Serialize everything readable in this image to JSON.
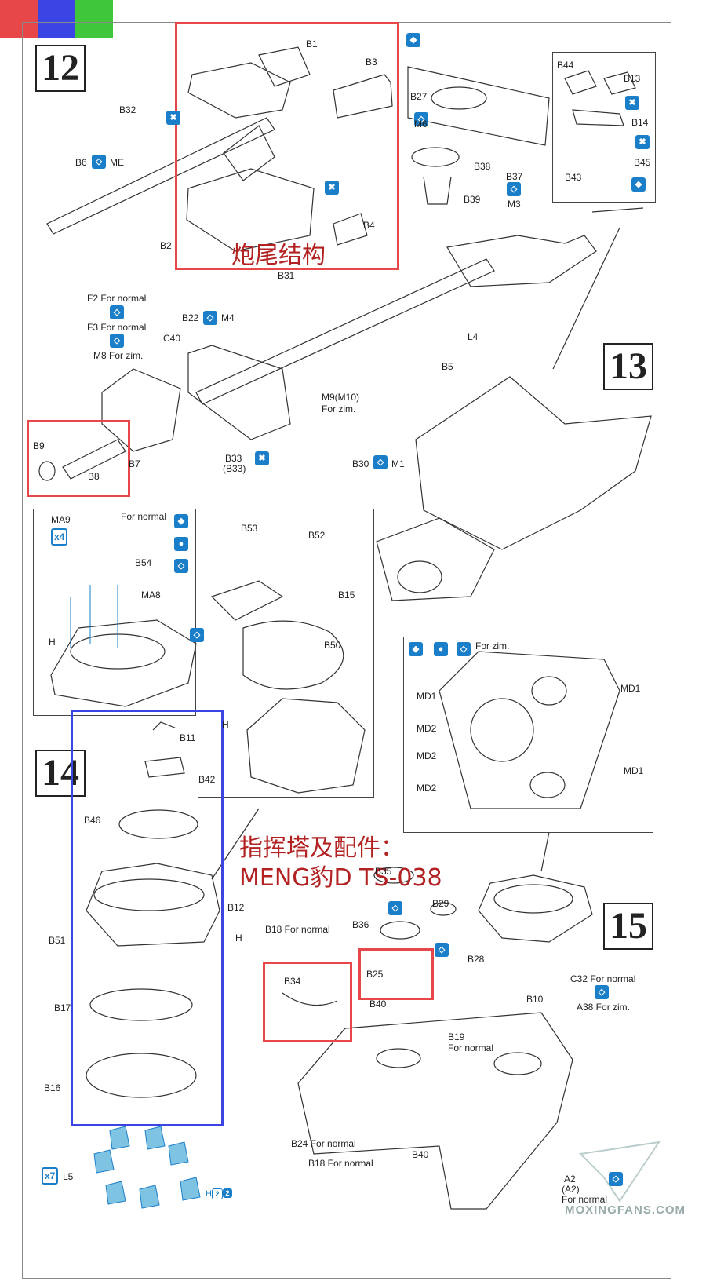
{
  "colors": {
    "red": "#e8474a",
    "blue": "#3b45e3",
    "green": "#3fc63a",
    "icon_blue": "#1b7ec8",
    "ink": "#222222"
  },
  "steps": {
    "s12": "12",
    "s13": "13",
    "s14": "14",
    "s15": "15"
  },
  "annotations": {
    "breech": "炮尾结构",
    "cupola_line1": "指挥塔及配件：",
    "cupola_line2": "MENG豹D TS-038"
  },
  "labels": {
    "B1": "B1",
    "B3": "B3",
    "B32": "B32",
    "B6": "B6",
    "ME": "ME",
    "B2": "B2",
    "B4": "B4",
    "B31": "B31",
    "B44": "B44",
    "B13": "B13",
    "B14": "B14",
    "B45": "B45",
    "B43": "B43",
    "B27": "B27",
    "M6": "M6",
    "B38": "B38",
    "B37": "B37",
    "M3": "M3",
    "B39": "B39",
    "F2": "F2 For normal",
    "F3": "F3 For normal",
    "M8": "M8 For zim.",
    "B22": "B22",
    "M4": "M4",
    "C40": "C40",
    "M9": "M9(M10)",
    "M9b": "For zim.",
    "B9": "B9",
    "B8": "B8",
    "B7": "B7",
    "B33": "B33",
    "B33b": "(B33)",
    "L4": "L4",
    "B5": "B5",
    "B30": "B30",
    "M1": "M1",
    "MA9": "MA9",
    "x4": "x4",
    "ForNormal": "For normal",
    "B54": "B54",
    "MA8": "MA8",
    "H1": "H",
    "B53": "B53",
    "B52": "B52",
    "B15": "B15",
    "B50": "B50",
    "H3": "H",
    "ForZim": "For zim.",
    "MD1a": "MD1",
    "MD1b": "MD1",
    "MD1c": "MD1",
    "MD2a": "MD2",
    "MD2b": "MD2",
    "MD2c": "MD2",
    "B11": "B11",
    "B42": "B42",
    "B46": "B46",
    "B12": "B12",
    "B51": "B51",
    "H2": "H",
    "B17": "B17",
    "B16": "B16",
    "x7": "x7",
    "L5": "L5",
    "Hnum": "H",
    "h2a": "2",
    "h2b": "2",
    "B35": "B35",
    "B29": "B29",
    "B36": "B36",
    "B18a": "B18 For normal",
    "B28": "B28",
    "B25": "B25",
    "B34": "B34",
    "B40a": "B40",
    "C32": "C32 For normal",
    "A38": "A38 For zim.",
    "B10": "B10",
    "B19": "B19",
    "B19b": "For normal",
    "B24": "B24 For normal",
    "B18b": "B18 For normal",
    "B40b": "B40",
    "A2": "A2",
    "A2b": "(A2)",
    "A2c": "For normal"
  },
  "watermark": "MOXINGFANS.COM"
}
